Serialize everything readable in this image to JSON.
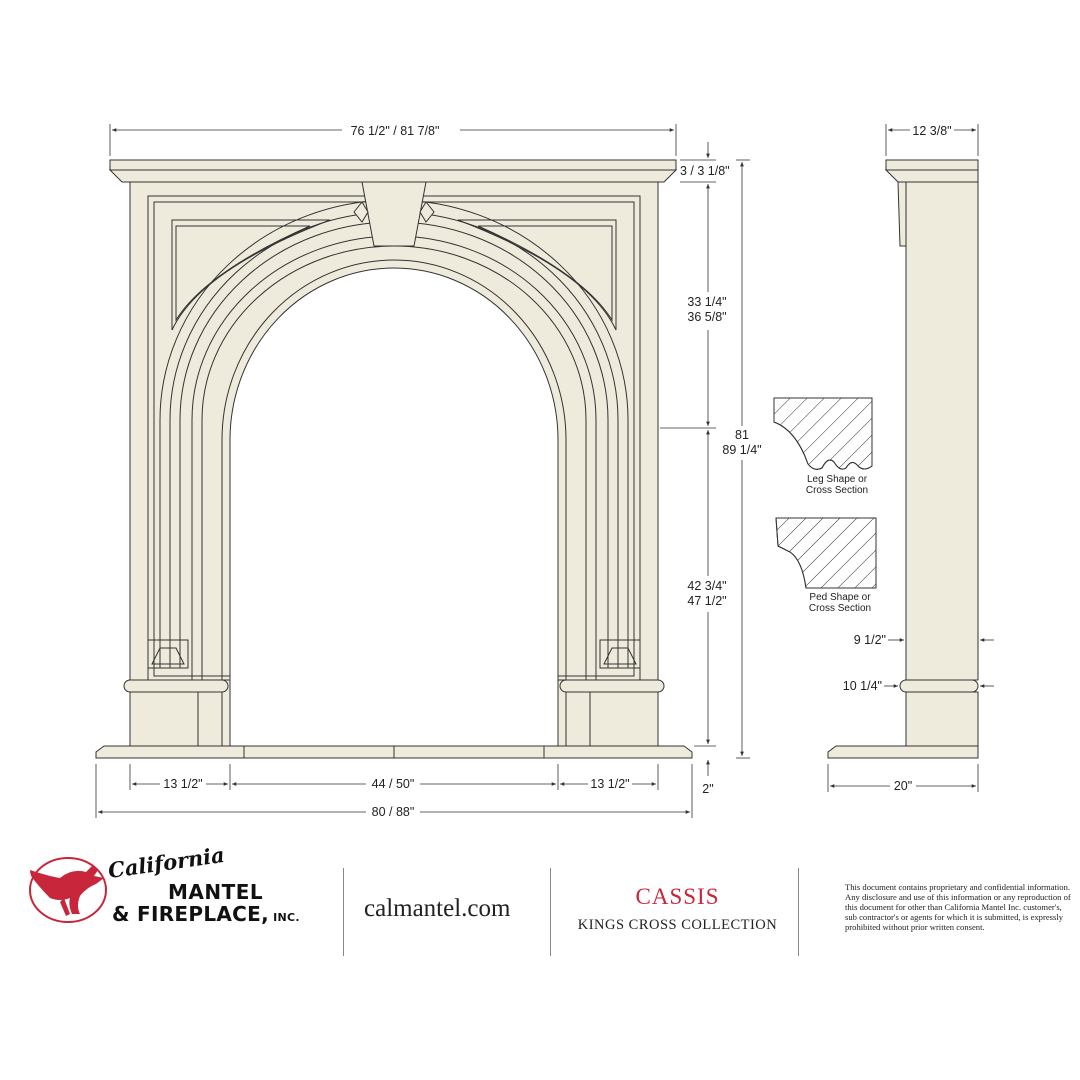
{
  "dimensions": {
    "overall_top_width": "76 1/2\" / 81 7/8\"",
    "shelf_thickness": "3 / 3 1/8\"",
    "arch_upper_height_a": "33 1/4\"",
    "arch_upper_height_b": "36 5/8\"",
    "overall_height_a": "81",
    "overall_height_b": "89 1/4\"",
    "leg_lower_height_a": "42 3/4\"",
    "leg_lower_height_b": "47 1/2\"",
    "leg_width_left": "13 1/2\"",
    "opening_width": "44 / 50\"",
    "leg_width_right": "13 1/2\"",
    "hearth_thickness": "2\"",
    "hearth_width": "80 / 88\"",
    "side_shelf_depth": "12 3/8\"",
    "side_leg_depth": "9 1/2\"",
    "side_ped_depth": "10 1/4\"",
    "side_base_depth": "20\""
  },
  "sections": {
    "leg_caption_1": "Leg Shape or",
    "leg_caption_2": "Cross Section",
    "ped_caption_1": "Ped Shape or",
    "ped_caption_2": "Cross Section"
  },
  "footer": {
    "brand_script": "California",
    "brand_line1": "MANTEL",
    "brand_line2": "& FIREPLACE,",
    "brand_inc": " INC.",
    "website": "calmantel.com",
    "product_name": "CASSIS",
    "collection": "KINGS CROSS COLLECTION",
    "legal": "This document contains proprietary and confidential information. Any disclosure and use of this information or any reproduction of this document for other than California Mantel Inc. customer's, sub contractor's or agents for which it is submitted, is expressly prohibited without prior written consent."
  },
  "colors": {
    "stone": "#efebdc",
    "line": "#333333",
    "brand_red": "#c8263a"
  }
}
